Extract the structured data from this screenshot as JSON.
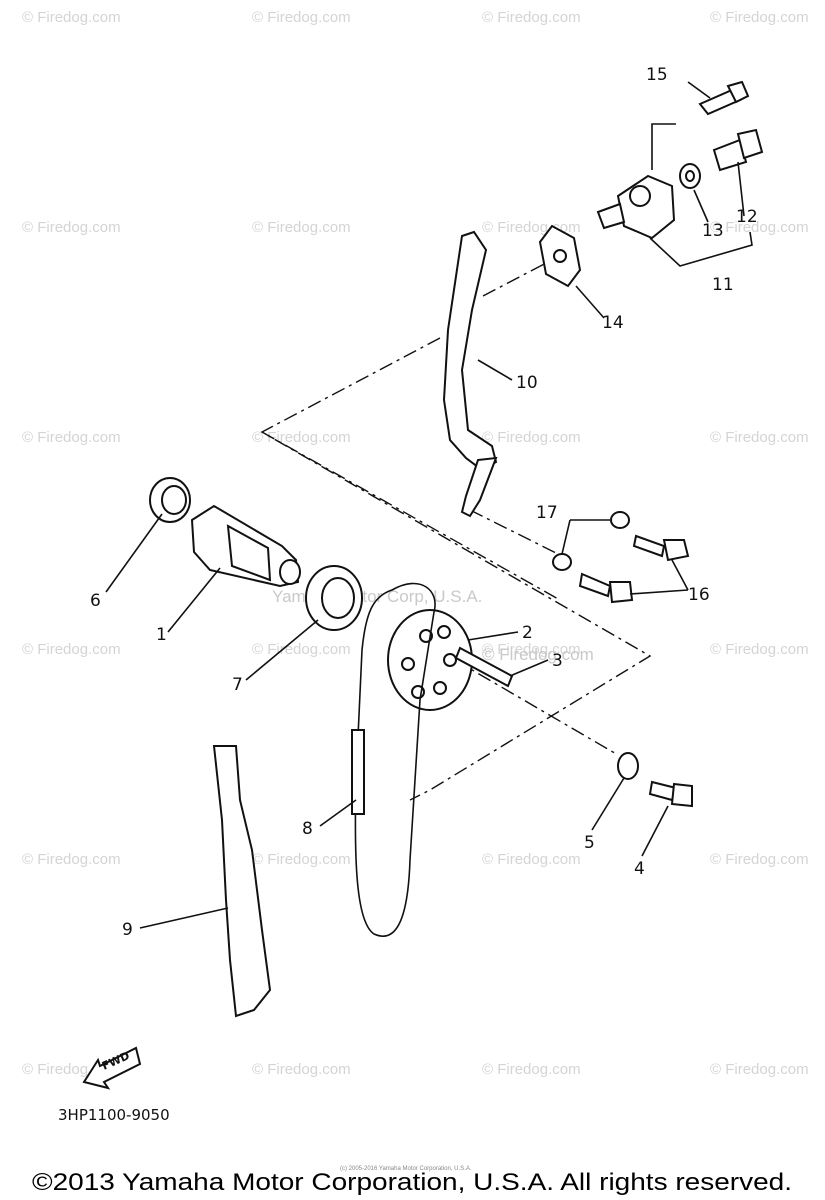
{
  "watermarks": [
    "© Firedog.com",
    "© Firedog.com",
    "© Firedog.com",
    "© Firedog.com",
    "© Firedog.com",
    "© Firedog.com",
    "© Firedog.com",
    "© Firedog.com",
    "© Firedog.com",
    "© Firedog.com",
    "© Firedog.com",
    "© Firedog.com",
    "© Firedog.com",
    "© Firedog.com",
    "© Firedog.com",
    "© Firedog.com",
    "© Firedog.com",
    "© Firedog.com",
    "© Firedog.com",
    "© Firedog.com",
    "© Firedog.com",
    "© Firedog.com",
    "© Firedog.com",
    "© Firedog.com"
  ],
  "center_watermark": "Yamaha Motor Corp, U.S.A.",
  "center_firedog": "© Firedog.com",
  "callouts": {
    "c1": "1",
    "c2": "2",
    "c3": "3",
    "c4": "4",
    "c5": "5",
    "c6": "6",
    "c7": "7",
    "c8": "8",
    "c9": "9",
    "c10": "10",
    "c11": "11",
    "c12": "12",
    "c13": "13",
    "c14": "14",
    "c15": "15",
    "c16": "16",
    "c17": "17"
  },
  "fwd_label": "FWD",
  "diagram_code": "3HP1100-9050",
  "tiny_note": "(c) 2005-2016 Yamaha Motor Corporation, U.S.A.",
  "copyright": "©2013 Yamaha Motor Corporation, U.S.A. All rights reserved."
}
